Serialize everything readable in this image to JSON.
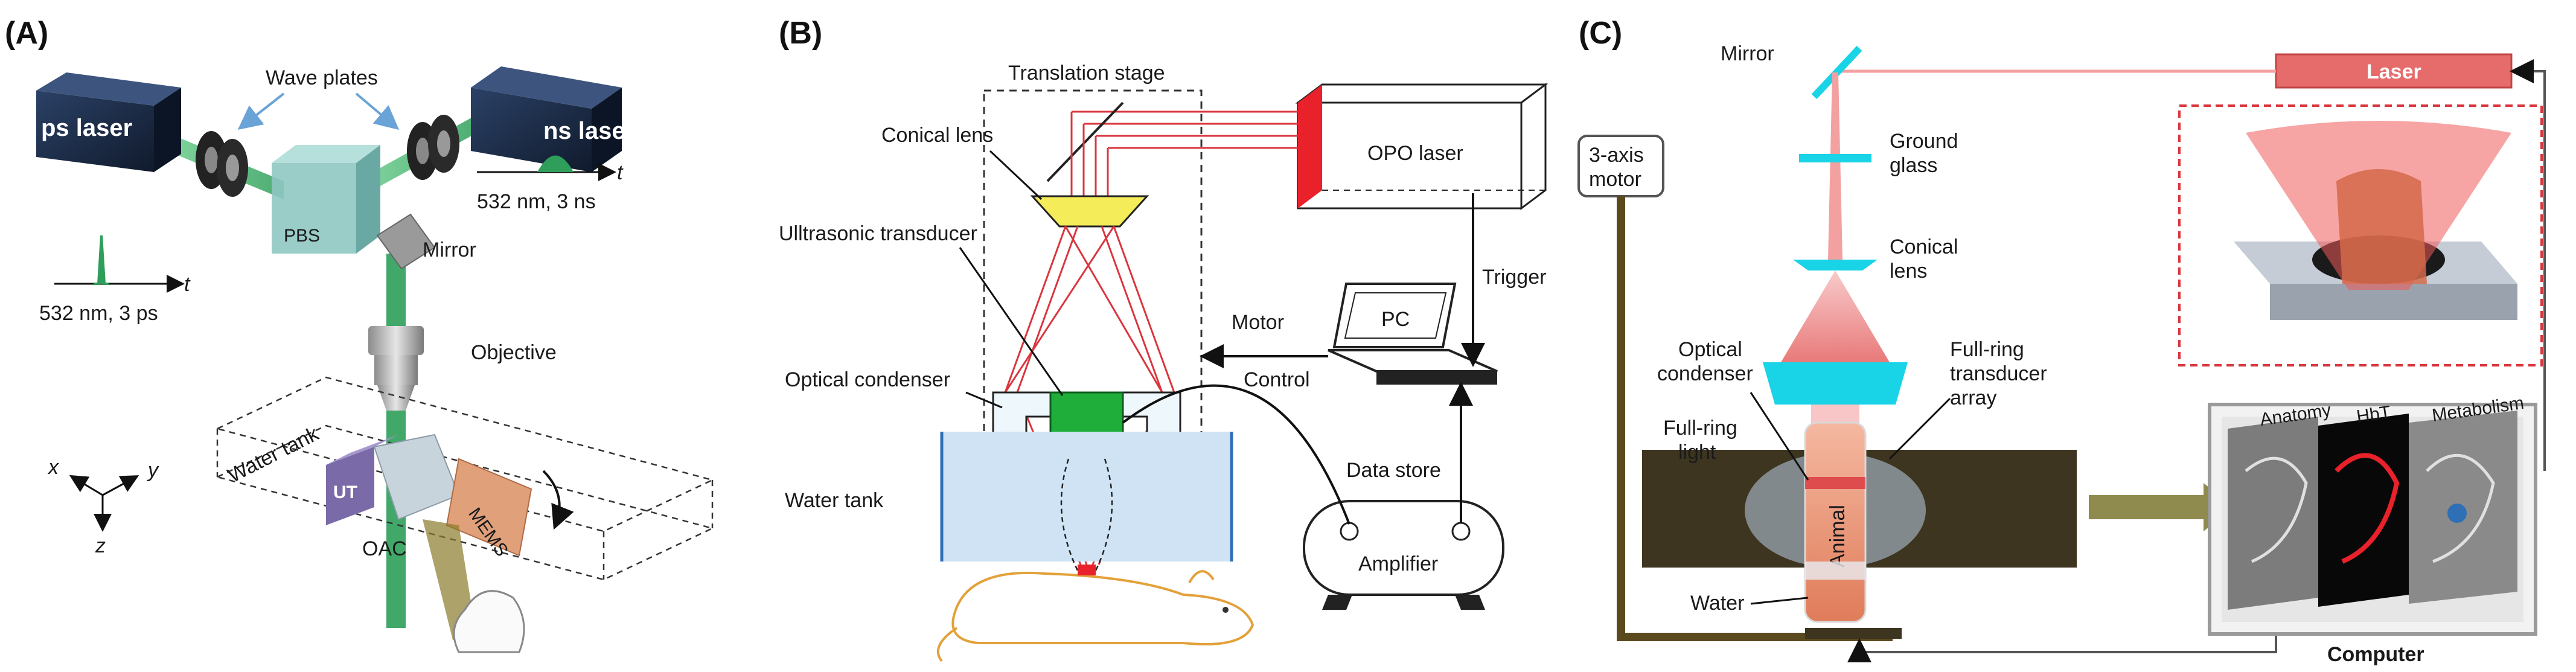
{
  "panels": {
    "a": {
      "id": "(A)",
      "ps_laser": "ps laser",
      "ns_laser": "ns laser",
      "wave_plates": "Wave plates",
      "pbs": "PBS",
      "mirror": "Mirror",
      "objective": "Objective",
      "water_tank": "Water tank",
      "ut": "UT",
      "oac": "OAC",
      "mems": "MEMS",
      "ps_pulse": "532 nm, 3 ps",
      "ns_pulse": "532 nm, 3 ns",
      "t_axis": "t",
      "axis_x": "x",
      "axis_y": "y",
      "axis_z": "z"
    },
    "b": {
      "id": "(B)",
      "translation_stage": "Translation stage",
      "conical_lens": "Conical lens",
      "transducer": "Ulltrasonic transducer",
      "condenser": "Optical condenser",
      "water_tank": "Water tank",
      "opo_laser": "OPO laser",
      "pc": "PC",
      "trigger": "Trigger",
      "motor": "Motor",
      "control": "Control",
      "data_store": "Data store",
      "amplifier": "Amplifier"
    },
    "c": {
      "id": "(C)",
      "mirror": "Mirror",
      "laser": "Laser",
      "motor_line1": "3-axis",
      "motor_line2": "motor",
      "ground_line1": "Ground",
      "ground_line2": "glass",
      "conical_line1": "Conical",
      "conical_line2": "lens",
      "condenser_line1": "Optical",
      "condenser_line2": "condenser",
      "ring_array_line1": "Full-ring",
      "ring_array_line2": "transducer",
      "ring_array_line3": "array",
      "ring_light_line1": "Full-ring",
      "ring_light_line2": "light",
      "animal": "Animal",
      "water": "Water",
      "computer": "Computer",
      "img_anatomy": "Anatomy",
      "img_hbt": "HbT",
      "img_metabolism": "Metabolism"
    }
  },
  "colors": {
    "beam_green": "#2e9e5a",
    "laser_box": "#1c2d4a",
    "pbs_cube": "#8fc7c2",
    "red_beam": "#d9363e",
    "cyan_optic": "#19d3e6",
    "pink_beam": "#f3a0a0",
    "stage_brown": "#3d3520",
    "water_blue": "#cfe3f5",
    "transducer_green": "#1fae3a",
    "lens_yellow": "#f5ec5a"
  }
}
